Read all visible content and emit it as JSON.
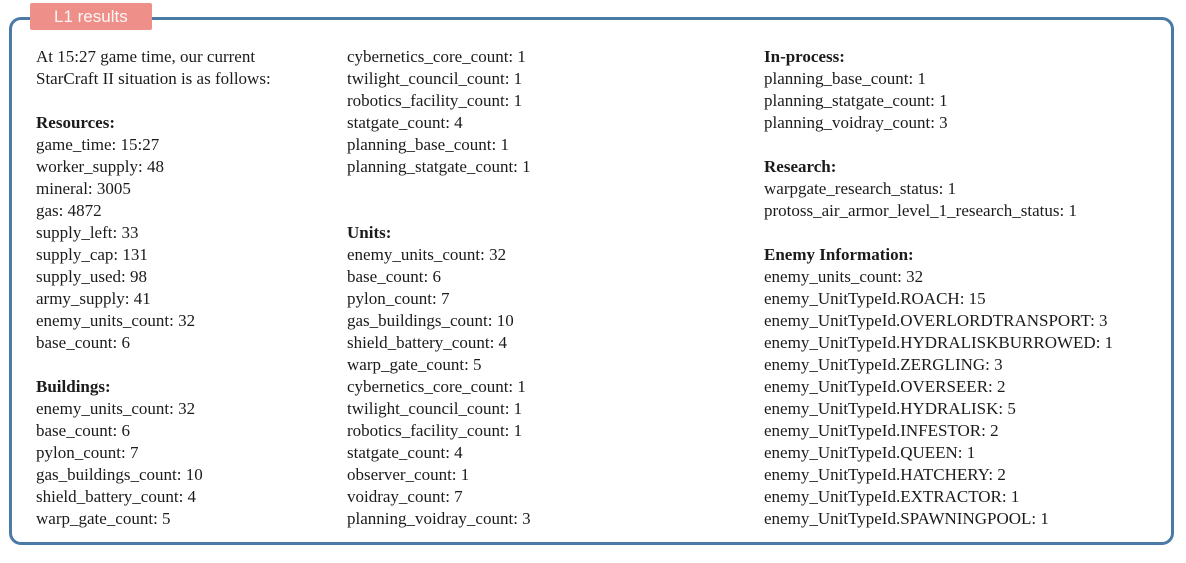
{
  "tag": {
    "label": "L1 results"
  },
  "colors": {
    "panel_border": "#4A7AA6",
    "tag_background": "#EE9089",
    "tag_text": "#FCF6F5",
    "body_text": "#1B1B1B"
  },
  "columns": [
    {
      "lines": [
        {
          "text": "At 15:27 game time, our current",
          "bold": false
        },
        {
          "text": "StarCraft II situation is as follows:",
          "bold": false
        },
        {
          "text": "",
          "bold": false
        },
        {
          "text": "Resources:",
          "bold": true
        },
        {
          "text": "game_time: 15:27",
          "bold": false
        },
        {
          "text": "worker_supply: 48",
          "bold": false
        },
        {
          "text": "mineral: 3005",
          "bold": false
        },
        {
          "text": "gas: 4872",
          "bold": false
        },
        {
          "text": "supply_left: 33",
          "bold": false
        },
        {
          "text": "supply_cap: 131",
          "bold": false
        },
        {
          "text": "supply_used: 98",
          "bold": false
        },
        {
          "text": "army_supply: 41",
          "bold": false
        },
        {
          "text": "enemy_units_count: 32",
          "bold": false
        },
        {
          "text": "base_count: 6",
          "bold": false
        },
        {
          "text": "",
          "bold": false
        },
        {
          "text": "Buildings:",
          "bold": true
        },
        {
          "text": "enemy_units_count: 32",
          "bold": false
        },
        {
          "text": "base_count: 6",
          "bold": false
        },
        {
          "text": "pylon_count: 7",
          "bold": false
        },
        {
          "text": "gas_buildings_count: 10",
          "bold": false
        },
        {
          "text": "shield_battery_count: 4",
          "bold": false
        },
        {
          "text": "warp_gate_count: 5",
          "bold": false
        }
      ]
    },
    {
      "lines": [
        {
          "text": "cybernetics_core_count: 1",
          "bold": false
        },
        {
          "text": "twilight_council_count: 1",
          "bold": false
        },
        {
          "text": "robotics_facility_count: 1",
          "bold": false
        },
        {
          "text": "statgate_count: 4",
          "bold": false
        },
        {
          "text": "planning_base_count: 1",
          "bold": false
        },
        {
          "text": "planning_statgate_count: 1",
          "bold": false
        },
        {
          "text": "",
          "bold": false
        },
        {
          "text": "",
          "bold": false
        },
        {
          "text": "Units:",
          "bold": true
        },
        {
          "text": "enemy_units_count: 32",
          "bold": false
        },
        {
          "text": "base_count: 6",
          "bold": false
        },
        {
          "text": "pylon_count: 7",
          "bold": false
        },
        {
          "text": "gas_buildings_count: 10",
          "bold": false
        },
        {
          "text": "shield_battery_count: 4",
          "bold": false
        },
        {
          "text": "warp_gate_count: 5",
          "bold": false
        },
        {
          "text": "cybernetics_core_count: 1",
          "bold": false
        },
        {
          "text": "twilight_council_count: 1",
          "bold": false
        },
        {
          "text": "robotics_facility_count: 1",
          "bold": false
        },
        {
          "text": "statgate_count: 4",
          "bold": false
        },
        {
          "text": "observer_count: 1",
          "bold": false
        },
        {
          "text": "voidray_count: 7",
          "bold": false
        },
        {
          "text": "planning_voidray_count: 3",
          "bold": false
        }
      ]
    },
    {
      "lines": [
        {
          "text": "In-process:",
          "bold": true
        },
        {
          "text": "planning_base_count: 1",
          "bold": false
        },
        {
          "text": "planning_statgate_count: 1",
          "bold": false
        },
        {
          "text": "planning_voidray_count: 3",
          "bold": false
        },
        {
          "text": "",
          "bold": false
        },
        {
          "text": "Research:",
          "bold": true
        },
        {
          "text": "warpgate_research_status: 1",
          "bold": false
        },
        {
          "text": "protoss_air_armor_level_1_research_status: 1",
          "bold": false
        },
        {
          "text": "",
          "bold": false
        },
        {
          "text": "Enemy Information:",
          "bold": true
        },
        {
          "text": "enemy_units_count: 32",
          "bold": false
        },
        {
          "text": "enemy_UnitTypeId.ROACH: 15",
          "bold": false
        },
        {
          "text": "enemy_UnitTypeId.OVERLORDTRANSPORT: 3",
          "bold": false
        },
        {
          "text": "enemy_UnitTypeId.HYDRALISKBURROWED: 1",
          "bold": false
        },
        {
          "text": "enemy_UnitTypeId.ZERGLING: 3",
          "bold": false
        },
        {
          "text": "enemy_UnitTypeId.OVERSEER: 2",
          "bold": false
        },
        {
          "text": "enemy_UnitTypeId.HYDRALISK: 5",
          "bold": false
        },
        {
          "text": "enemy_UnitTypeId.INFESTOR: 2",
          "bold": false
        },
        {
          "text": "enemy_UnitTypeId.QUEEN: 1",
          "bold": false
        },
        {
          "text": "enemy_UnitTypeId.HATCHERY: 2",
          "bold": false
        },
        {
          "text": "enemy_UnitTypeId.EXTRACTOR: 1",
          "bold": false
        },
        {
          "text": "enemy_UnitTypeId.SPAWNINGPOOL: 1",
          "bold": false
        }
      ]
    }
  ]
}
